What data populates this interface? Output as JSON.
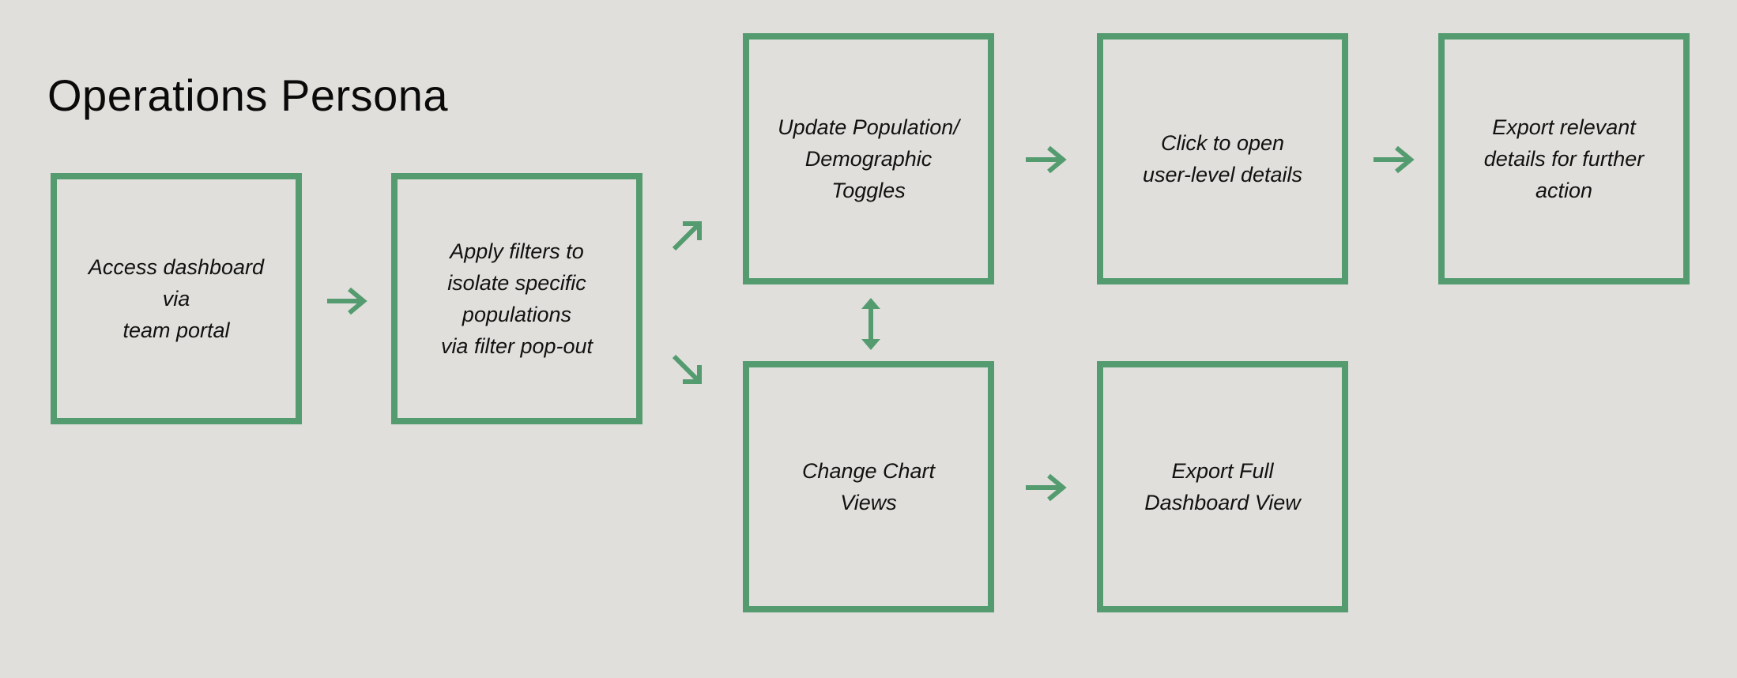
{
  "title": "Operations Persona",
  "colors": {
    "background": "#e0dfdb",
    "accent": "#549c70",
    "text": "#111111"
  },
  "steps": [
    {
      "id": "access",
      "text": "Access dashboard\nvia\nteam portal"
    },
    {
      "id": "filters",
      "text": "Apply filters to\nisolate specific\npopulations\nvia filter pop-out"
    },
    {
      "id": "toggles",
      "text": "Update Population/\nDemographic\nToggles"
    },
    {
      "id": "user-details",
      "text": "Click to open\nuser-level details"
    },
    {
      "id": "export-relevant",
      "text": "Export relevant\ndetails for further\naction"
    },
    {
      "id": "chart-views",
      "text": "Change Chart\nViews"
    },
    {
      "id": "export-full",
      "text": "Export Full\nDashboard View"
    }
  ]
}
